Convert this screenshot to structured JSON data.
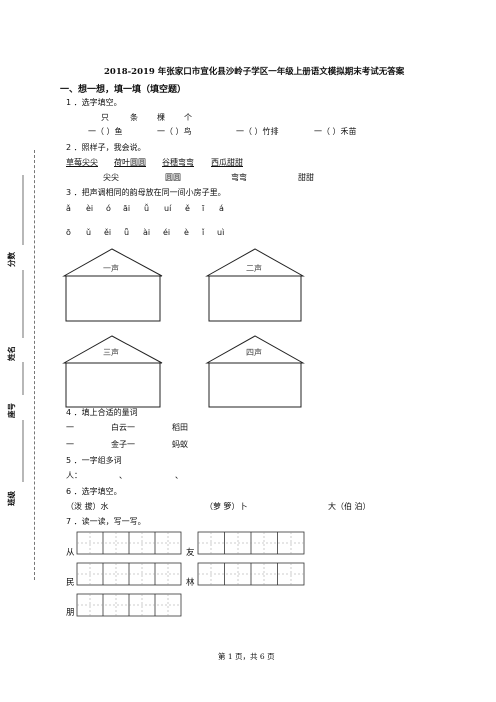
{
  "title": "2018-2019 年张家口市宣化县沙岭子学区一年级上册语文模拟期末考试无答案",
  "section1": "一、想一想，填一填（填空题）",
  "q1": {
    "label": "1 ．选字填空。",
    "chars": [
      "只",
      "条",
      "棵",
      "个"
    ],
    "items": [
      "一（        ）鱼",
      "一（        ）鸟",
      "一（        ）竹排",
      "一（        ）禾苗"
    ]
  },
  "q2": {
    "label": "2 ．照样子，我会说。",
    "row1": [
      "草莓尖尖",
      "荷叶圆圆",
      "谷穗弯弯",
      "西瓜甜甜"
    ],
    "row2": [
      "尖尖",
      "圆圆",
      "弯弯",
      "甜甜"
    ]
  },
  "q3": {
    "label": "3 ．把声调相同的韵母放在同一间小房子里。",
    "pinyin1": [
      "ǎ",
      "èi",
      "ó",
      "āi",
      "ǚ",
      "uí",
      "ě",
      "ī",
      "á"
    ],
    "pinyin2": [
      "ō",
      "ǔ",
      "ěi",
      "ǖ",
      "ài",
      "éi",
      "è",
      "ǐ",
      "uì"
    ],
    "houses": [
      "一声",
      "二声",
      "三声",
      "四声"
    ]
  },
  "q4": {
    "label": "4 ．填上合适的量词",
    "items": [
      "一",
      "白云一",
      "稻田",
      "一",
      "金子一",
      "蚂蚁"
    ]
  },
  "q5": {
    "label": "5 ．一字组多词",
    "lead": "人：",
    "sep1": "、",
    "sep2": "、"
  },
  "q6": {
    "label": "6 ．选字填空。",
    "items": [
      "（泼    拔）水",
      "（萝    箩）卜",
      "大（伯    泊）"
    ]
  },
  "q7": {
    "label": "7 ．读一读，写一写。",
    "chars": [
      "从",
      "友",
      "民",
      "林",
      "朋"
    ]
  },
  "sidebar": {
    "score": "分数",
    "name": "姓名",
    "id": "座号",
    "class": "班级"
  },
  "footer": "第 1 页，共 6 页"
}
